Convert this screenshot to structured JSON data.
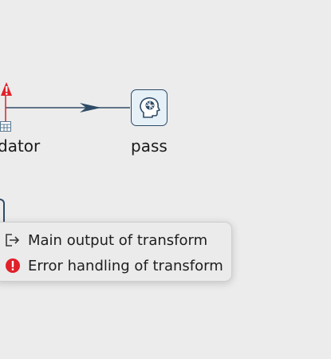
{
  "canvas": {
    "steps": [
      {
        "label": "dator",
        "icon": "validator-step"
      },
      {
        "label": "pass",
        "icon": "head-brain-icon"
      }
    ]
  },
  "popup_menu": {
    "items": [
      {
        "label": "Main output of transform",
        "icon": "output-arrow-icon"
      },
      {
        "label": "Error handling of transform",
        "icon": "error-icon"
      }
    ]
  },
  "colors": {
    "hop": "#2e4b66",
    "error": "#e0202a",
    "background": "#ececec"
  }
}
